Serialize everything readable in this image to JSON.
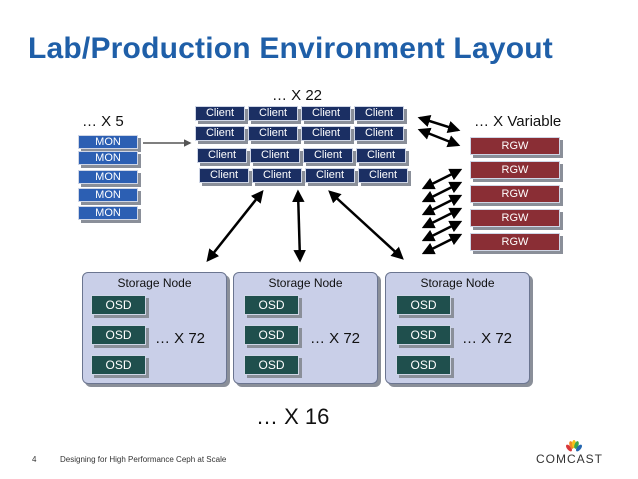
{
  "slide": {
    "title": "Lab/Production Environment Layout",
    "page_number": "4",
    "footer": "Designing for High Performance Ceph at Scale",
    "logo_text": "COMCAST",
    "logo_icon": "peacock-icon"
  },
  "clients": {
    "count_label": "… X 22",
    "label": "Client",
    "rows": 4,
    "cols": 4,
    "color": "#1b2f63"
  },
  "mons": {
    "count_label": "… X 5",
    "label": "MON",
    "count": 5,
    "color": "#2c5fb3"
  },
  "rgws": {
    "count_label": "… X Variable",
    "label": "RGW",
    "count": 5,
    "color": "#8a2e35"
  },
  "storage_nodes": {
    "title": "Storage Node",
    "osd_label": "OSD",
    "osd_count_label": "… X 72",
    "count_label": "… X 16",
    "node_color": "#c9cfe8",
    "osd_color": "#1f4f4d"
  }
}
